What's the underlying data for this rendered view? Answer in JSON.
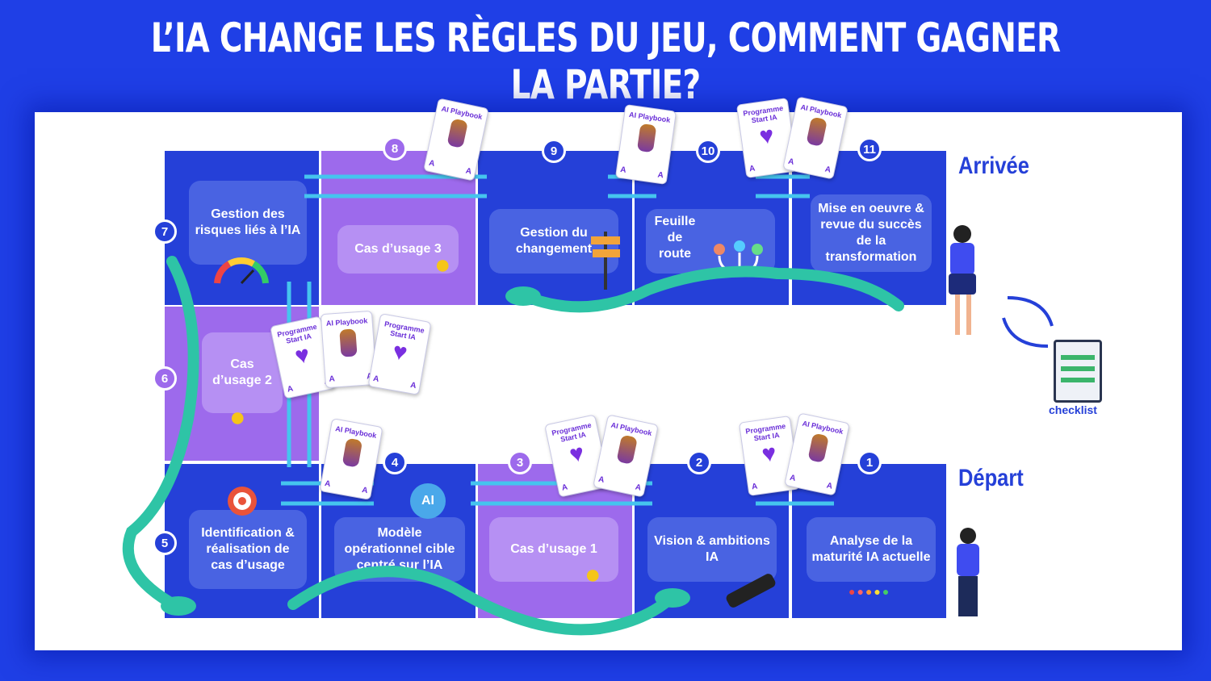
{
  "title": "L’IA CHANGE LES RÈGLES DU JEU, COMMENT GAGNER LA PARTIE?",
  "labels": {
    "arrivee": "Arrivée",
    "depart": "Départ",
    "checklist": "checklist"
  },
  "cards": {
    "playbook": "AI Playbook",
    "programme": "Programme Start IA",
    "ace": "A"
  },
  "squares": {
    "s1": {
      "num": "1",
      "text": "Analyse de la maturité IA actuelle"
    },
    "s2": {
      "num": "2",
      "text": "Vision & ambitions IA"
    },
    "s3": {
      "num": "3",
      "text": "Cas d’usage 1"
    },
    "s4": {
      "num": "4",
      "text": "Modèle opérationnel cible centré sur l’IA"
    },
    "s5": {
      "num": "5",
      "text": "Identification & réalisation de cas d’usage"
    },
    "s6": {
      "num": "6",
      "text": "Cas d’usage 2"
    },
    "s7": {
      "num": "7",
      "text": "Gestion des risques liés à l’IA"
    },
    "s8": {
      "num": "8",
      "text": "Cas d’usage 3"
    },
    "s9": {
      "num": "9",
      "text": "Gestion du changement"
    },
    "s10": {
      "num": "10",
      "text": "Feuille de route"
    },
    "s11": {
      "num": "11",
      "text": "Mise en oeuvre & revue du succès de la transformation"
    }
  },
  "colors": {
    "background": "#1f3fe6",
    "blue_square": "#2540d8",
    "purple_square": "#9d6aec",
    "snake": "#2ec4a6",
    "ladder": "#45c4ee"
  }
}
